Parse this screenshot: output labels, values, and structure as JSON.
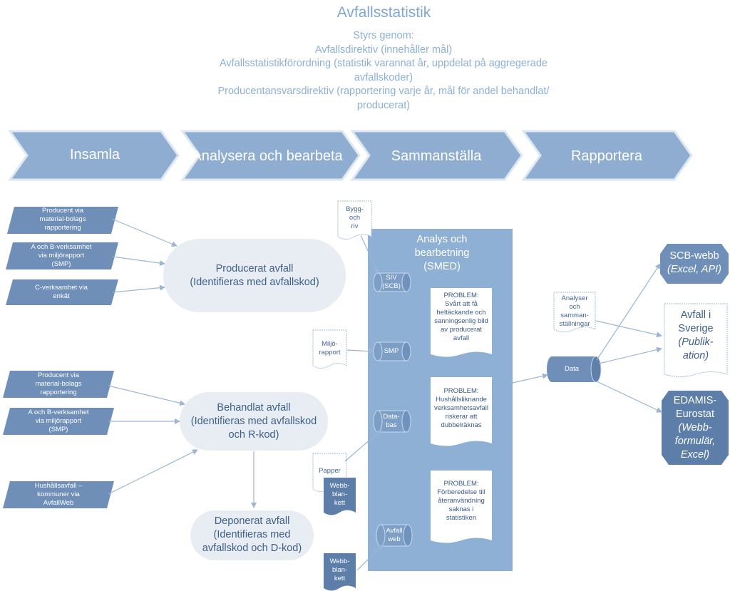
{
  "title": "Avfallsstatistik",
  "governed_by": {
    "heading": "Styrs genom:",
    "lines": [
      "Avfallsdirektiv (innehåller mål)",
      "Avfallsstatistikförordning (statistik varannat år, uppdelat på aggregerade",
      "avfallskoder)",
      "Producentansvarsdirektiv (rapportering varje år, mål för andel behandlat/",
      "producerat)"
    ]
  },
  "process_steps": [
    "Insamla",
    "Analysera och bearbeta",
    "Sammanställa",
    "Rapportera"
  ],
  "sources": {
    "produced": [
      [
        "Producent via",
        "material-bolags",
        "rapportering"
      ],
      [
        "A och B-verksamhet",
        "via miljörapport",
        "(SMP)"
      ],
      [
        "C-verksamhet via",
        "enkät"
      ]
    ],
    "treated": [
      [
        "Producent via",
        "material-bolags",
        "rapportering"
      ],
      [
        "A och B-verksamhet",
        "via miljörapport",
        "(SMP)"
      ],
      [
        "Hushållsavfall –",
        "kommuner via",
        "AvfallWeb"
      ]
    ]
  },
  "waste_types": {
    "produced": [
      "Producerat avfall",
      "(Identifieras med avfallskod)"
    ],
    "treated": [
      "Behandlat avfall",
      "(Identifieras med avfallskod",
      "och R-kod)"
    ],
    "deposited": [
      "Deponerat avfall",
      "(Identifieras med",
      "avfallskod och D-kod)"
    ]
  },
  "documents": {
    "bygg": [
      "Bygg-",
      "och",
      "riv"
    ],
    "miljo": [
      "Miljö-",
      "rapport"
    ],
    "papper": [
      "Papper"
    ],
    "analyser": [
      "Analyser",
      "och",
      "samman-",
      "ställningar"
    ]
  },
  "web_forms": {
    "first": [
      "Webb-",
      "blan-",
      "kett"
    ],
    "second": [
      "Webb-",
      "blan-",
      "kett"
    ]
  },
  "panel": {
    "title": [
      "Analys och",
      "bearbetning",
      "(SMED)"
    ],
    "databases": {
      "siv": [
        "SIV",
        "(SCB)"
      ],
      "smp": [
        "SMP"
      ],
      "databas": [
        "Data-",
        "bas"
      ],
      "avfallweb": [
        "Avfall",
        "web"
      ]
    },
    "problems": [
      [
        "PROBLEM:",
        "Svårt att få",
        "heltäckande och",
        "sanningsenlig bild",
        "av producerat",
        "avfall"
      ],
      [
        "PROBLEM:",
        "Hushållsliknande",
        "verksamhetsavfall",
        "riskerar att",
        "dubbelräknas"
      ],
      [
        "PROBLEM:",
        "Förberedelse till",
        "återanvändning",
        "saknas i",
        "statistiken"
      ]
    ]
  },
  "data_store": "Data",
  "outputs": {
    "scb": {
      "name": "SCB-webb",
      "detail": "(Excel, API)"
    },
    "sverige": {
      "name": [
        "Avfall i",
        "Sverige"
      ],
      "detail": [
        "(Publik-",
        "ation)"
      ]
    },
    "edamis": {
      "name": [
        "EDAMIS-",
        "Eurostat"
      ],
      "detail": [
        "(Webb-",
        "formulär,",
        "Excel)"
      ]
    }
  },
  "colors": {
    "chevron": "#8eadd0",
    "chevron_border": "#dde7f2",
    "parallelogram": "#6f8fb8",
    "oval": "#e8edf3",
    "panel": "#8eb0d4",
    "cylinder": "#7d9fc6",
    "arrow": "#9bb6d4",
    "dark_shape": "#5d7ea8",
    "title_text": "#7fa7d1"
  }
}
